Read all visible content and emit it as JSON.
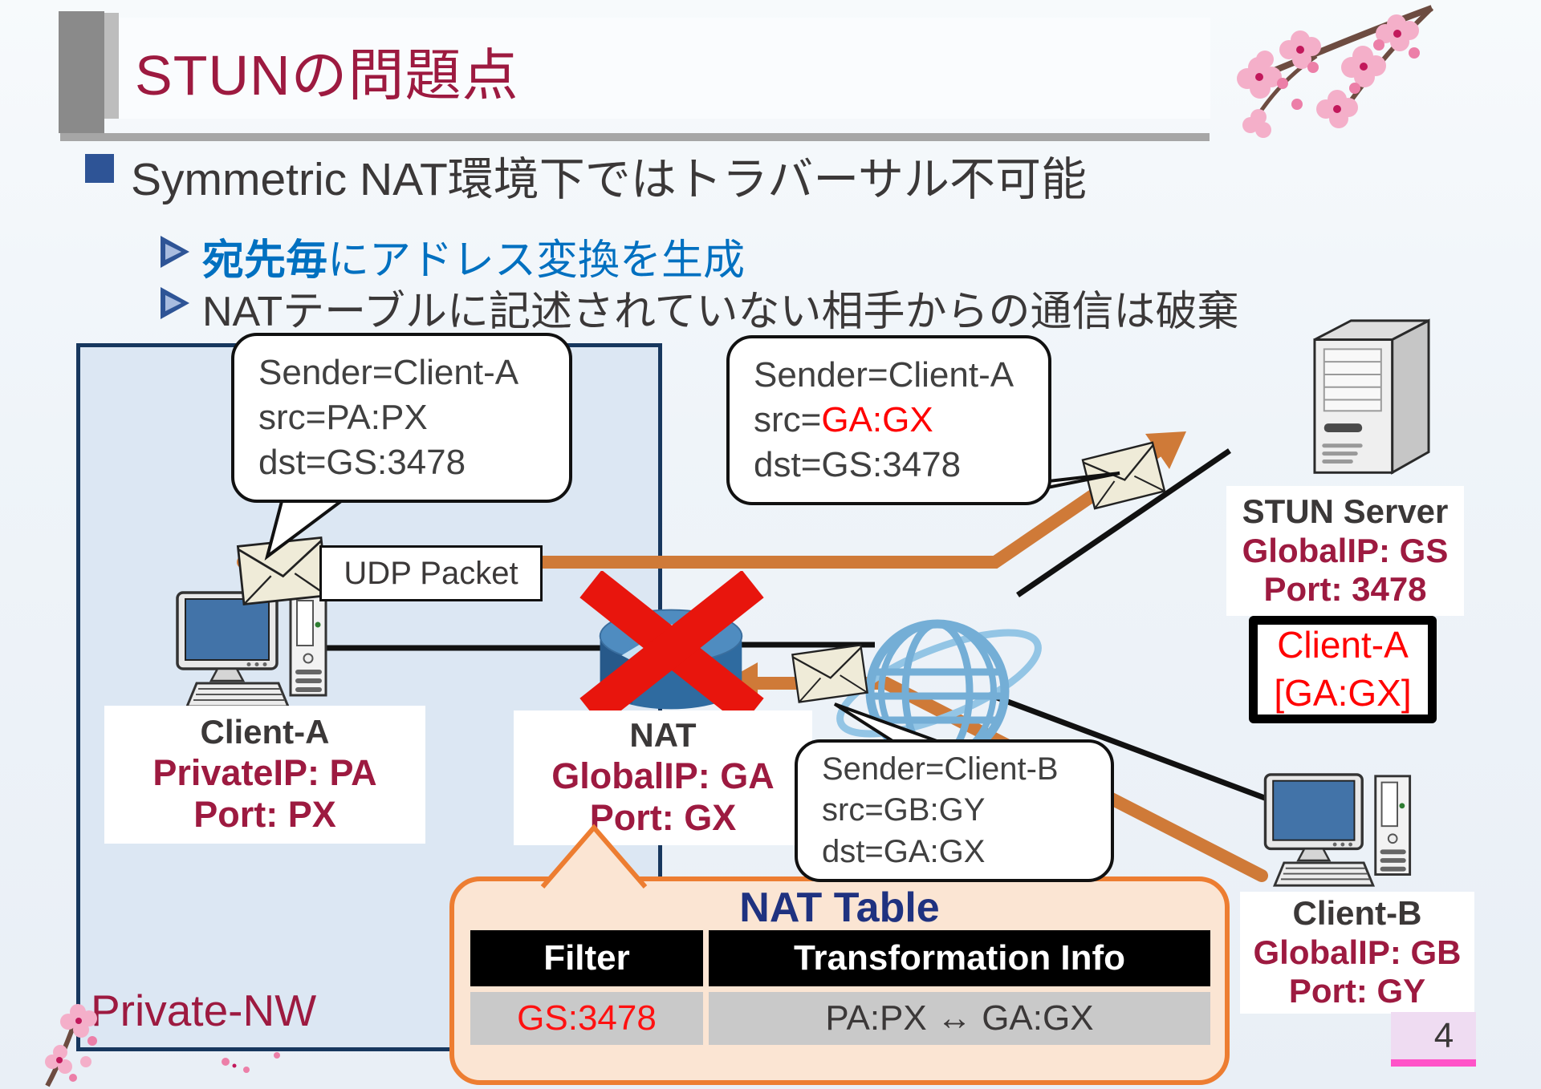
{
  "slide": {
    "title": "STUNの問題点",
    "page_number": "4"
  },
  "bullets": {
    "main": "Symmetric NAT環境下ではトラバーサル不可能",
    "sub1_bold": "宛先毎",
    "sub1_rest": "にアドレス変換を生成",
    "sub2": "NATテーブルに記述されていない相手からの通信は破棄"
  },
  "diagram": {
    "private_network_label": "Private-NW",
    "udp_packet_label": "UDP Packet",
    "bubble_a1": {
      "line1": "Sender=Client-A",
      "line2": "src=PA:PX",
      "line3": "dst=GS:3478"
    },
    "bubble_a2": {
      "line1": "Sender=Client-A",
      "line2_prefix": "src=",
      "line2_highlight": "GA:GX",
      "line3": "dst=GS:3478"
    },
    "bubble_b": {
      "line1": "Sender=Client-B",
      "line2": "src=GB:GY",
      "line3": "dst=GA:GX"
    },
    "client_a": {
      "name": "Client-A",
      "address": "PrivateIP: PA",
      "port": "Port: PX"
    },
    "nat": {
      "name": "NAT",
      "address": "GlobalIP: GA",
      "port": "Port: GX"
    },
    "stun_server": {
      "name": "STUN Server",
      "address": "GlobalIP: GS",
      "port": "Port: 3478"
    },
    "client_b": {
      "name": "Client-B",
      "address": "GlobalIP: GB",
      "port": "Port: GY"
    },
    "mapping_box": {
      "line1": "Client-A",
      "line2": "[GA:GX]"
    }
  },
  "nat_table": {
    "title": "NAT Table",
    "headers": [
      "Filter",
      "Transformation Info"
    ],
    "row": {
      "filter": "GS:3478",
      "transformation": "PA:PX ↔ GA:GX"
    }
  },
  "colors": {
    "maroon": "#9D1A40",
    "accent_blue": "#0070C0",
    "highlight_red": "#FF0000",
    "table_border_orange": "#ED7D31",
    "arrow_orange": "#CF7A38",
    "private_border_navy": "#17375E",
    "nat_table_title_navy": "#1F3280",
    "blocked_x_red": "#E8150D"
  }
}
